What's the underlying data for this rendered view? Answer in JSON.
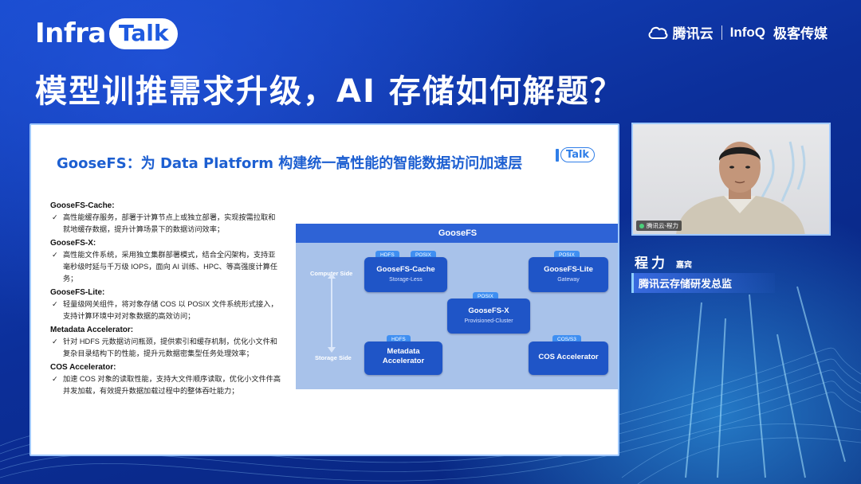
{
  "header": {
    "logo_infra": "Infra",
    "logo_talk": "Talk",
    "brand_cloud": "腾讯云",
    "brand_infoq": "InfoQ",
    "brand_geek": "极客传媒",
    "main_title": "模型训推需求升级，AI 存储如何解题？"
  },
  "slide": {
    "title": "GooseFS：为 Data Platform 构建统一高性能的智能数据访问加速层",
    "talk_badge": "Talk",
    "features": [
      {
        "head": "GooseFS-Cache:",
        "items": [
          "高性能缓存服务，部署于计算节点上或独立部署，实现按需拉取和就地缓存数据，提升计算场景下的数据访问效率；"
        ]
      },
      {
        "head": "GooseFS-X:",
        "items": [
          "高性能文件系统，采用独立集群部署模式，结合全闪架构，支持亚毫秒级时延与千万级 IOPS，面向 AI 训练、HPC、等高强度计算任务；"
        ]
      },
      {
        "head": "GooseFS-Lite:",
        "items": [
          "轻量级网关组件，将对象存储 COS 以 POSIX 文件系统形式接入，支持计算环境中对对象数据的高效访问；"
        ]
      },
      {
        "head": "Metadata Accelerator:",
        "items": [
          "针对 HDFS 元数据访问瓶颈，提供索引和缓存机制，优化小文件和复杂目录结构下的性能，提升元数据密集型任务处理效率；"
        ]
      },
      {
        "head": "COS Accelerator:",
        "items": [
          "加速 COS 对象的读取性能，支持大文件顺序读取，优化小文件件高并发加载，有效提升数据加载过程中的整体吞吐能力；"
        ]
      }
    ],
    "diagram": {
      "header": "GooseFS",
      "computer_side": "Computer Side",
      "storage_side": "Storage Side",
      "nodes": {
        "cache": {
          "title": "GooseFS-Cache",
          "sub": "Storage-Less",
          "tags": [
            "HDFS",
            "POSIX"
          ]
        },
        "lite": {
          "title": "GooseFS-Lite",
          "sub": "Gateway",
          "tags": [
            "POSIX"
          ]
        },
        "x": {
          "title": "GooseFS-X",
          "sub": "Provisioned-Cluster",
          "tags": [
            "POSIX"
          ]
        },
        "meta": {
          "title_line1": "Metadata",
          "title_line2": "Accelerator",
          "tags": [
            "HDFS"
          ]
        },
        "cos": {
          "title": "COS Accelerator",
          "tags": [
            "COS/S3"
          ]
        }
      }
    }
  },
  "camera": {
    "label": "腾讯云-程力"
  },
  "speaker": {
    "name": "程力",
    "role": "嘉宾",
    "title": "腾讯云存储研发总监"
  }
}
